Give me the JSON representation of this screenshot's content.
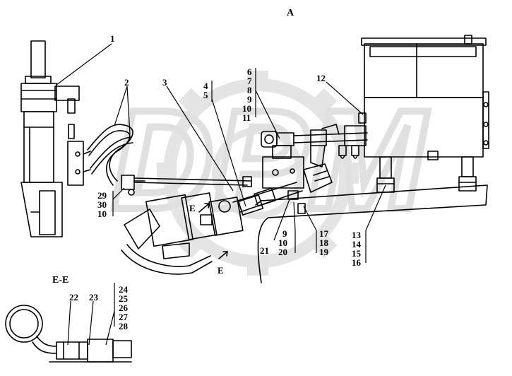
{
  "drawing": {
    "view_label": "A",
    "section_view_label": "E-E",
    "section_marker": "E",
    "watermark": "DPM",
    "colors": {
      "ink": "#000000",
      "watermark": "#e2e2e2",
      "paper": "#ffffff"
    }
  },
  "callouts": {
    "c1": "1",
    "c2": "2",
    "c3": "3",
    "c4": "4",
    "c5": "5",
    "c6": "6",
    "c7": "7",
    "c8": "8",
    "c9": "9",
    "c10": "10",
    "c11": "11",
    "c12": "12",
    "c29": "29",
    "c30": "30",
    "c10b": "10",
    "c9b": "9",
    "c10c": "10",
    "c20": "20",
    "c21": "21",
    "c17": "17",
    "c18": "18",
    "c19": "19",
    "c13": "13",
    "c14": "14",
    "c15": "15",
    "c16": "16",
    "c22": "22",
    "c23": "23",
    "c24": "24",
    "c25": "25",
    "c26": "26",
    "c27": "27",
    "c28": "28"
  }
}
